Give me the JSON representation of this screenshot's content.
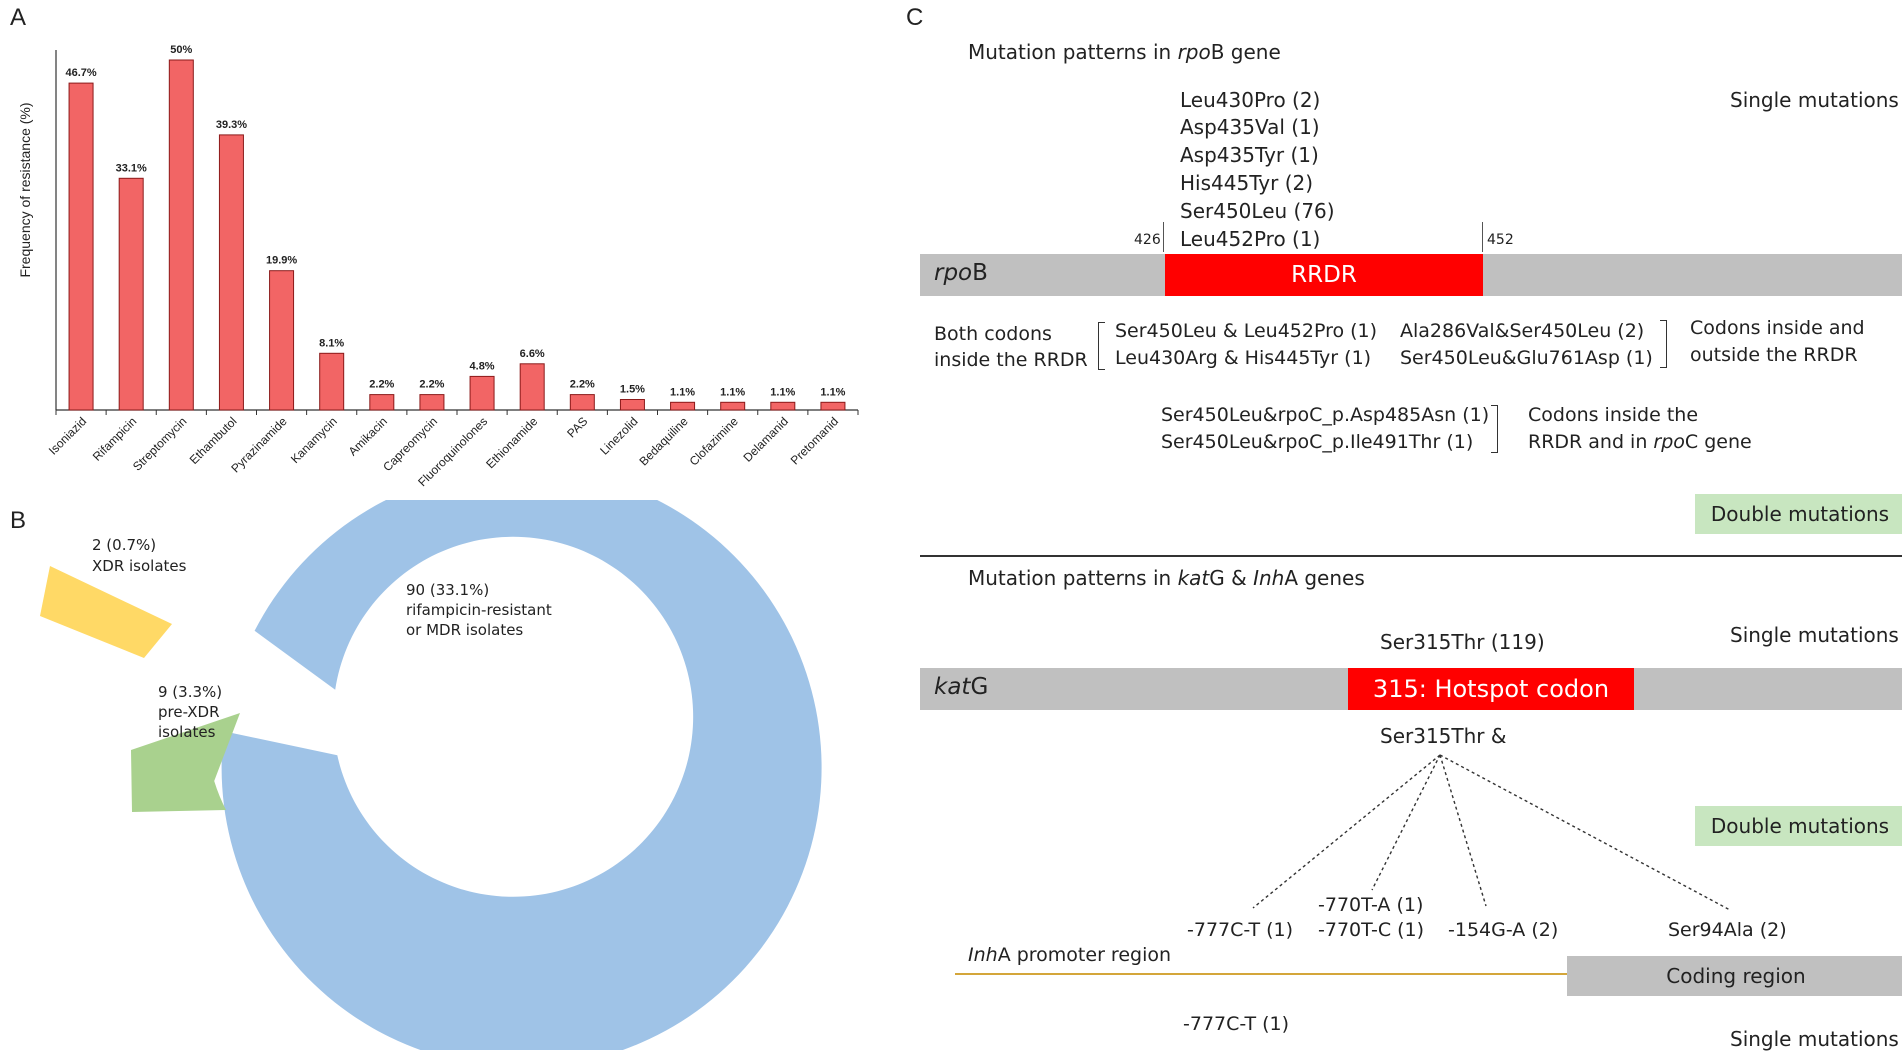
{
  "panels": {
    "a": "A",
    "b": "B",
    "c": "C"
  },
  "panel_a": {
    "ylabel": "Frequency of resistance (%)"
  },
  "chart_data": [
    {
      "type": "bar",
      "title": "",
      "xlabel": "",
      "ylabel": "Frequency of resistance (%)",
      "ylim": [
        0,
        50
      ],
      "grid": false,
      "bar_color": "#f26565",
      "categories": [
        "Isoniazid",
        "Rifampicin",
        "Streptomycin",
        "Ethambutol",
        "Pyrazinamide",
        "Kanamycin",
        "Amikacin",
        "Capreomycin",
        "Fluoroquinolones",
        "Ethionamide",
        "PAS",
        "Linezolid",
        "Bedaquiline",
        "Clofazimine",
        "Delamanid",
        "Pretomanid"
      ],
      "values": [
        46.7,
        33.1,
        50,
        39.3,
        19.9,
        8.1,
        2.2,
        2.2,
        4.8,
        6.6,
        2.2,
        1.5,
        1.1,
        1.1,
        1.1,
        1.1
      ],
      "data_labels": [
        "46.7%",
        "33.1%",
        "50%",
        "39.3%",
        "19.9%",
        "8.1%",
        "2.2%",
        "2.2%",
        "4.8%",
        "6.6%",
        "2.2%",
        "1.5%",
        "1.1%",
        "1.1%",
        "1.1%",
        "1.1%"
      ]
    },
    {
      "type": "pie",
      "title": "",
      "slices": [
        {
          "label_line1": "90 (33.1%)",
          "label_line2": "rifampicin-resistant",
          "label_line3": "or MDR isolates",
          "percent": 33.1,
          "color": "#9fc3e7"
        },
        {
          "label_line1": "9 (3.3%)",
          "label_line2": "pre-XDR",
          "label_line3": "isolates",
          "percent": 3.3,
          "color": "#a9d18e"
        },
        {
          "label_line1": "2 (0.7%)",
          "label_line2": "XDR isolates",
          "label_line3": "",
          "percent": 0.7,
          "color": "#ffd966"
        }
      ]
    }
  ],
  "panel_c": {
    "rpob": {
      "heading_pre": "Mutation patterns in ",
      "heading_gene": "rpo",
      "heading_post": "B gene",
      "single_label": "Single mutations",
      "single_mutations": [
        "Leu430Pro (2)",
        "Asp435Val (1)",
        "Asp435Tyr (1)",
        "His445Tyr (2)",
        "Ser450Leu (76)",
        "Leu452Pro (1)"
      ],
      "pos_start": "426",
      "pos_end": "452",
      "gene_italic": "rpo",
      "gene_rest": "B",
      "region_label": "RRDR",
      "both_inside_line1": "Both codons",
      "both_inside_line2": "inside the RRDR",
      "both_inside_muts": [
        "Ser450Leu & Leu452Pro (1)",
        "Leu430Arg & His445Tyr (1)"
      ],
      "in_out_muts": [
        "Ala286Val&Ser450Leu (2)",
        "Ser450Leu&Glu761Asp (1)"
      ],
      "in_out_line1": "Codons inside and",
      "in_out_line2": "outside the RRDR",
      "rpoc_muts": [
        "Ser450Leu&rpoC_p.Asp485Asn (1)",
        "Ser450Leu&rpoC_p.Ile491Thr (1)"
      ],
      "rpoc_line1": "Codons inside the",
      "rpoc_line2_pre": "RRDR and in ",
      "rpoc_line2_gene": "rpo",
      "rpoc_line2_post": "C gene",
      "double_label": "Double mutations"
    },
    "katg": {
      "heading_pre": "Mutation patterns in ",
      "heading_gene1": "kat",
      "heading_mid": "G & ",
      "heading_gene2": "Inh",
      "heading_post": "A genes",
      "single_label": "Single mutations",
      "single_mutation": "Ser315Thr (119)",
      "gene_italic": "kat",
      "gene_rest": "G",
      "hotspot_label": "315: Hotspot codon",
      "combo_label": "Ser315Thr &",
      "double_label": "Double mutations",
      "combo_muts": {
        "m777": "-777C-T (1)",
        "m770a": "-770T-A (1)",
        "m770c": "-770T-C (1)",
        "m154": "-154G-A (2)",
        "ser94": "Ser94Ala (2)"
      },
      "inha_italic": "Inh",
      "inha_rest": "A promoter region",
      "coding_label": "Coding region",
      "bottom_mut": "-777C-T (1)",
      "bottom_single_label": "Single mutations"
    }
  }
}
